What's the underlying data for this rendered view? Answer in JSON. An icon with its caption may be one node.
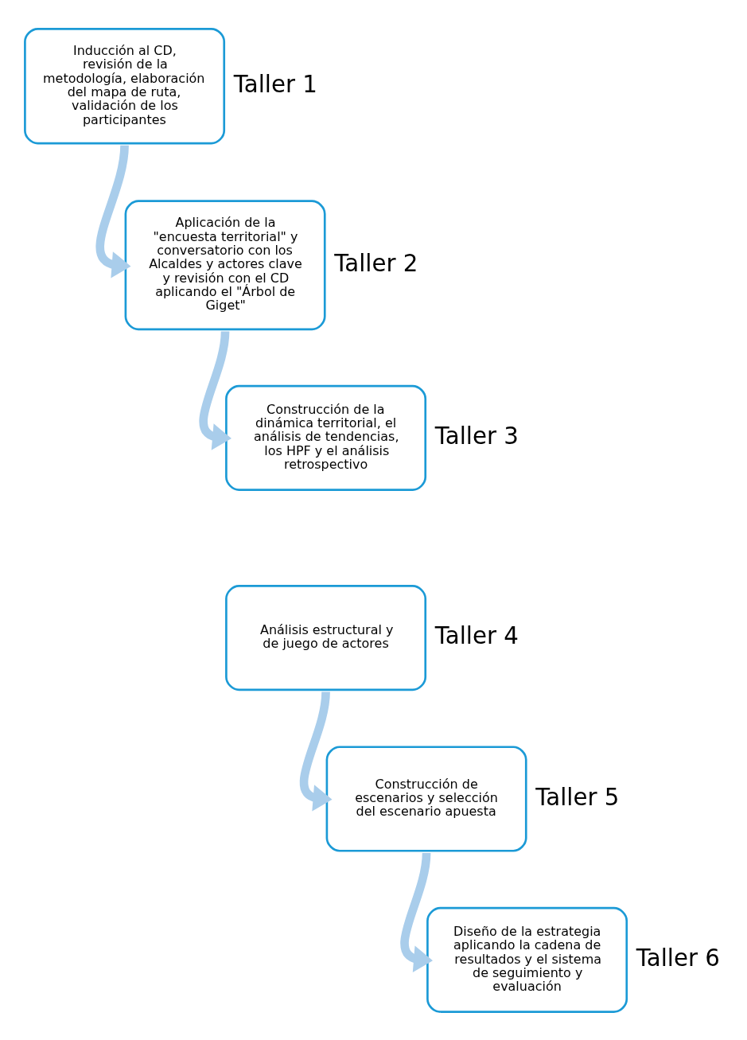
{
  "diagram": {
    "nodes": [
      {
        "text": [
          "Inducción al CD, revisión de la metodología, elaboración del mapa de ruta, validación de los participantes"
        ],
        "beside": [
          "Taller 1"
        ]
      },
      {
        "text": [
          "Aplicación de la \"encuesta territorial\" y conversatorio con los Alcaldes y actores clave y revisión con el CD aplicando el \"Árbol de Giget\""
        ],
        "beside": [
          "Taller 2"
        ]
      },
      {
        "text": [
          "Construcción de la dinámica territorial, el análisis de tendencias, los HPF y el análisis retrospectivo"
        ],
        "beside": [
          "Taller 3"
        ]
      },
      {
        "text": [
          "Análisis estructural y de juego de actores"
        ],
        "beside": [
          "Taller 4"
        ]
      },
      {
        "text": [
          "Construcción de escenarios y selección del escenario apuesta"
        ],
        "beside": [
          "Taller 5"
        ]
      },
      {
        "text": [
          "Diseño de la estrategia aplicando la cadena de resultados y el sistema de seguimiento y evaluación"
        ],
        "beside": [
          "Taller 6"
        ]
      }
    ],
    "edges": [
      {
        "from": 0,
        "to": 1,
        "arrow": "to"
      },
      {
        "from": 1,
        "to": 2,
        "arrow": "to"
      },
      {
        "from": 3,
        "to": 4,
        "arrow": "to"
      },
      {
        "from": 4,
        "to": 5,
        "arrow": "to"
      }
    ]
  }
}
